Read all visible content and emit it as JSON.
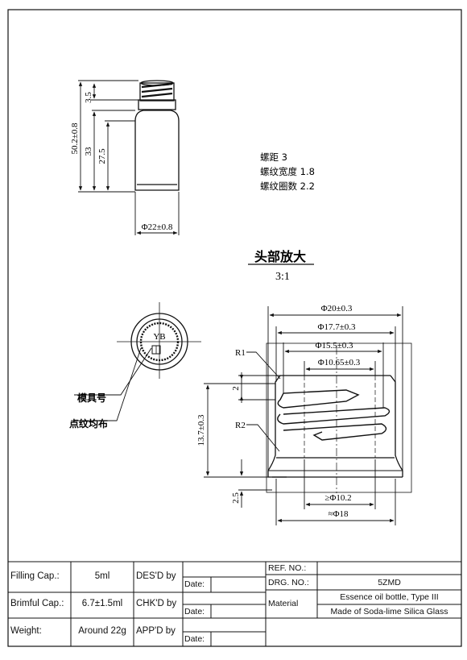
{
  "notes": {
    "line1": "螺距 3",
    "line2": "螺纹宽度 1.8",
    "line3": "螺纹圈数 2.2"
  },
  "dimensions": {
    "height_total": "50.2±0.8",
    "height_body": "33",
    "height_shoulder": "27.5",
    "height_neck": "3.5",
    "diameter_body": "Φ22±0.8",
    "d_outer": "Φ20±0.3",
    "d_thread": "Φ17.7±0.3",
    "d_root": "Φ15.5±0.3",
    "d_bore": "Φ10.65±0.3",
    "d_min": "≥Φ10.2",
    "d_approx": "≈Φ18",
    "h_finish": "13.7±0.3",
    "h_lip": "2",
    "h_base": "2.5",
    "r1": "R1",
    "r2": "R2"
  },
  "detail": {
    "title": "头部放大",
    "scale": "3:1"
  },
  "bottom_view": {
    "code": "YB",
    "label_mold": "模具号",
    "label_dots": "点纹均布"
  },
  "title_block": {
    "filling_label": "Filling Cap.:",
    "filling_value": "5ml",
    "brimful_label": "Brimful Cap.:",
    "brimful_value": "6.7±1.5ml",
    "weight_label": "Weight:",
    "weight_value": "Around 22g",
    "desd_label": "DES'D by",
    "chkd_label": "CHK'D by",
    "appd_label": "APP'D by",
    "date_label": "Date:",
    "ref_label": "REF. NO.:",
    "drg_label": "DRG. NO.:",
    "drg_value": "5ZMD",
    "material_label": "Material",
    "material_line1": "Essence oil bottle, Type III",
    "material_line2": "Made of Soda-lime Silica Glass"
  }
}
